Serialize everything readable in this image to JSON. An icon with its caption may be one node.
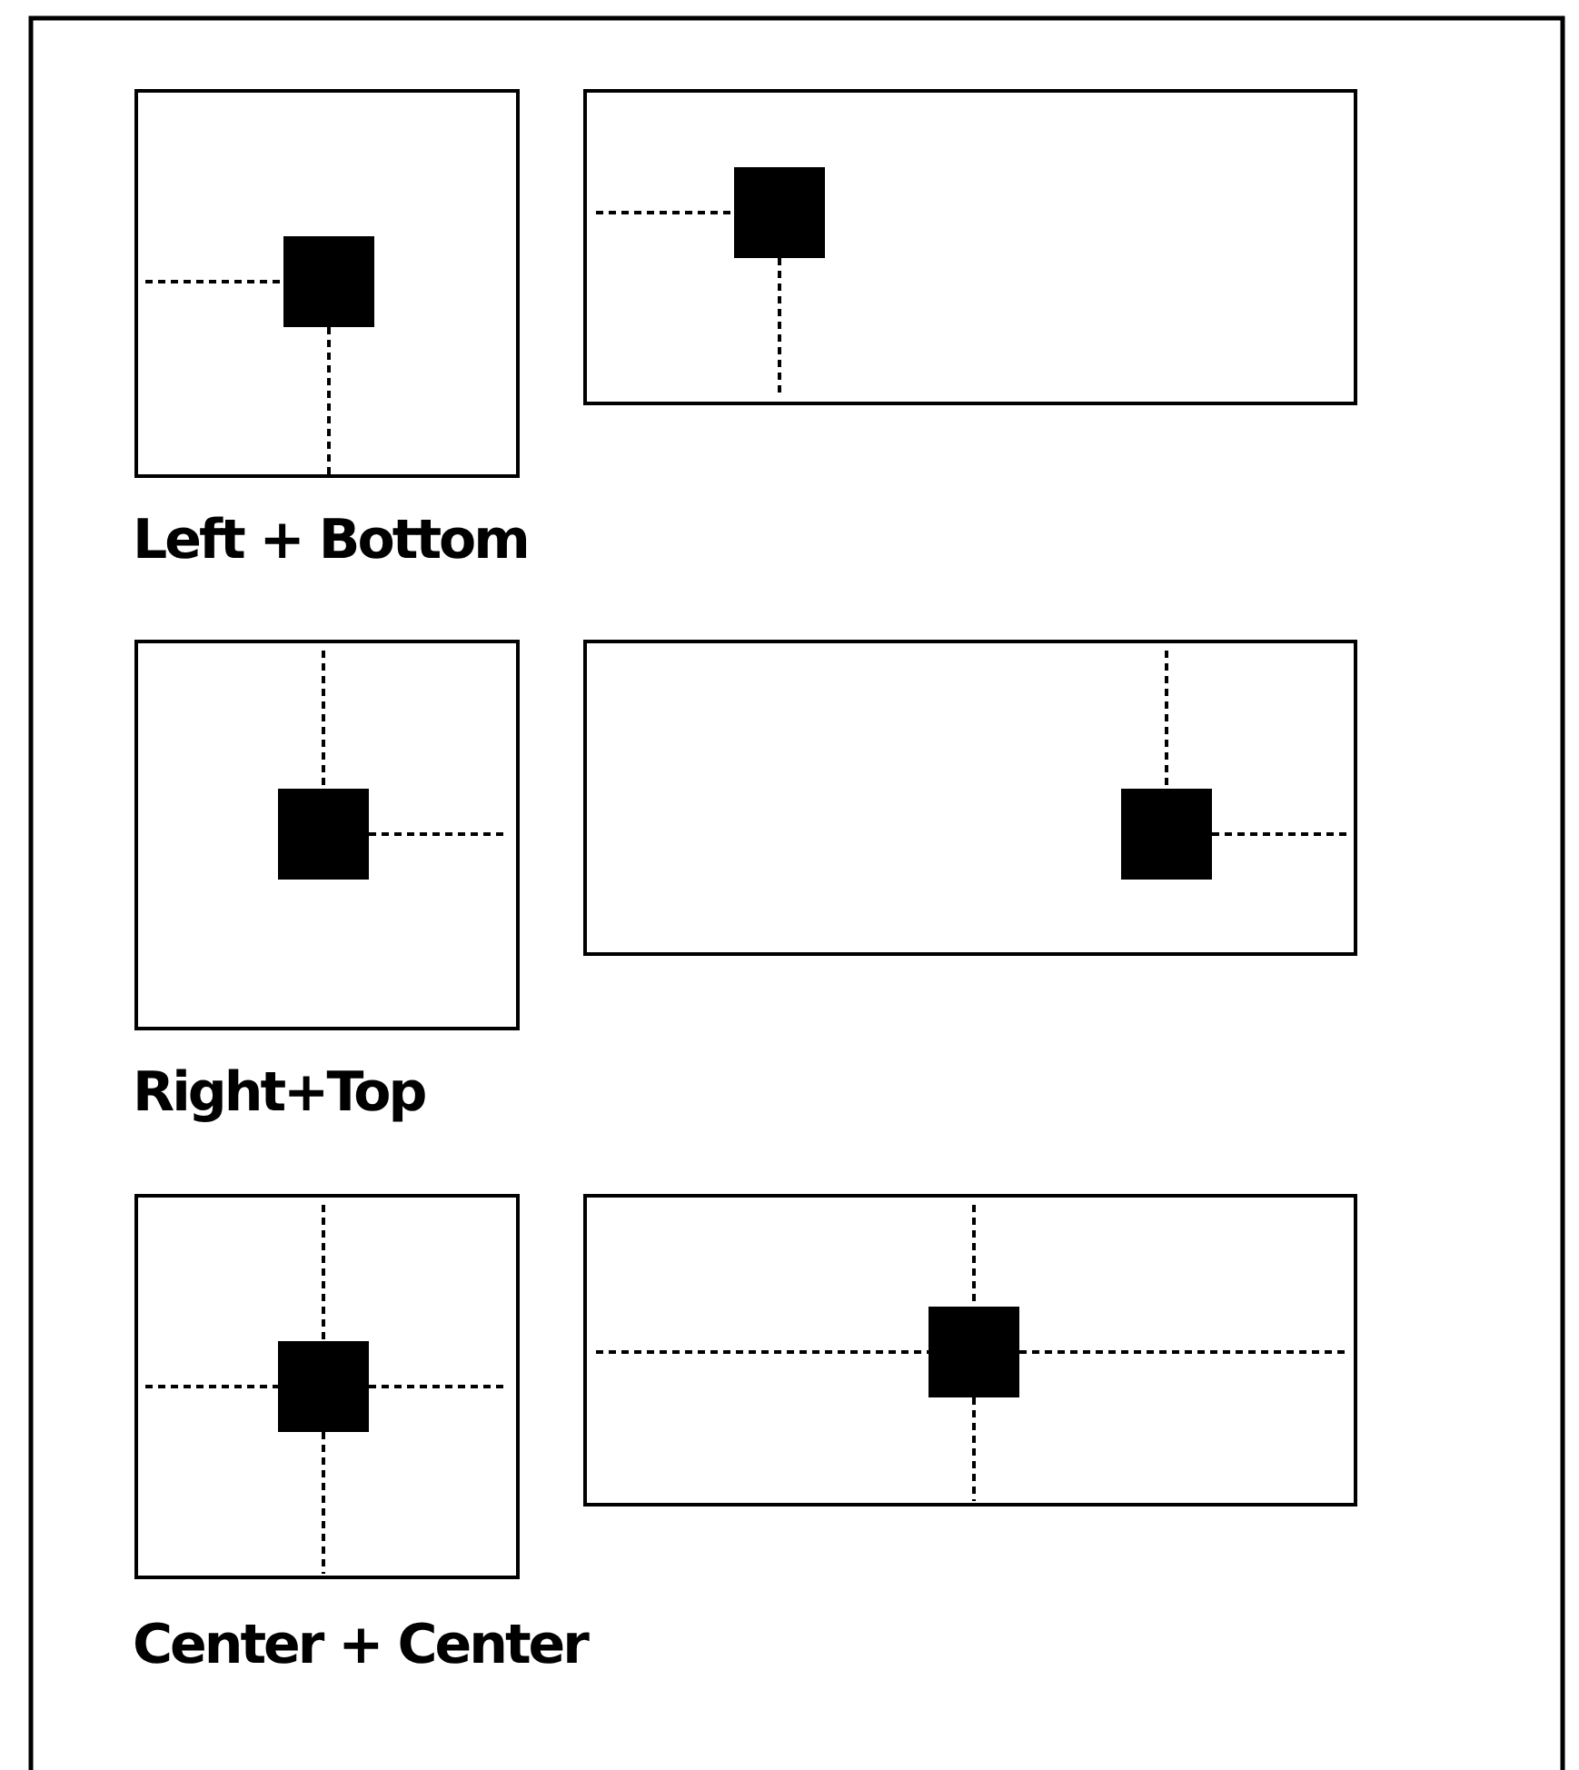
{
  "diagram": {
    "labels": [
      "Left + Bottom",
      "Right+Top",
      "Center + Center"
    ]
  }
}
